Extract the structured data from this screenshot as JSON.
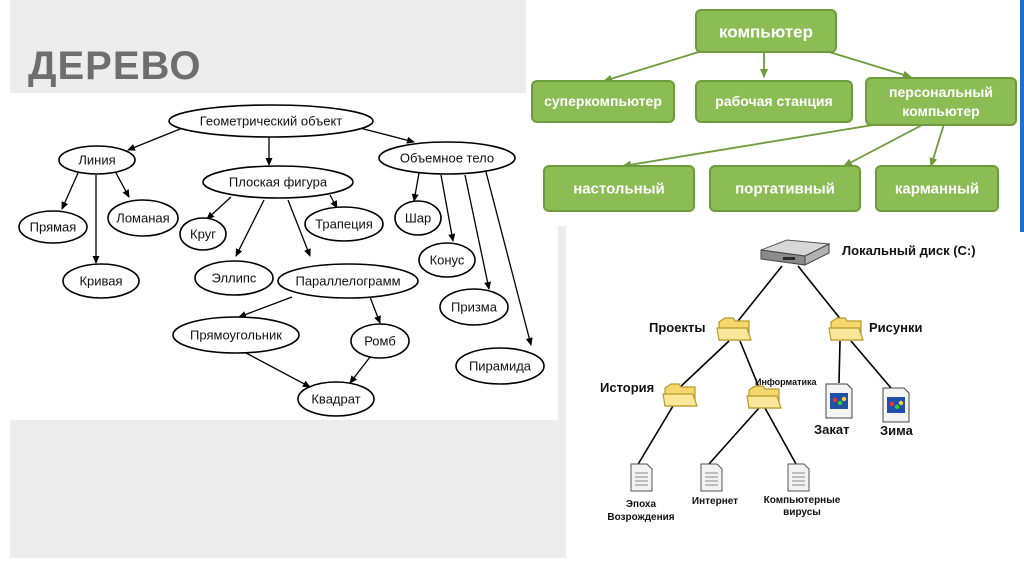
{
  "slide": {
    "title": "ДЕРЕВО"
  },
  "geometry_tree": {
    "nodes": {
      "geo": "Геометрический объект",
      "line": "Линия",
      "flat": "Плоская фигура",
      "solid": "Объемное тело",
      "straight": "Прямая",
      "polyline": "Ломаная",
      "curve": "Кривая",
      "circle": "Круг",
      "ellipse": "Эллипс",
      "trapezoid": "Трапеция",
      "parallelogram": "Параллелограмм",
      "rectangle": "Прямоугольник",
      "rhombus": "Ромб",
      "square": "Квадрат",
      "sphere": "Шар",
      "cone": "Конус",
      "prism": "Призма",
      "pyramid": "Пирамида"
    }
  },
  "computer_tree": {
    "colors": {
      "fill": "#8cbd55",
      "border": "#6d9c3c",
      "text": "#ffffff"
    },
    "nodes": {
      "root": "компьютер",
      "super": "суперкомпьютер",
      "workstation": "рабочая станция",
      "personal_l1": "персональный",
      "personal_l2": "компьютер",
      "desktop": "настольный",
      "laptop": "портативный",
      "pocket": "карманный"
    }
  },
  "file_tree": {
    "disk": "Локальный диск (C:)",
    "projects": "Проекты",
    "pictures": "Рисунки",
    "history": "История",
    "informatics": "Информатика",
    "sunset": "Закат",
    "winter": "Зима",
    "renaissance_l1": "Эпоха",
    "renaissance_l2": "Возрождения",
    "internet": "Интернет",
    "viruses_l1": "Компьютерные",
    "viruses_l2": "вирусы"
  }
}
